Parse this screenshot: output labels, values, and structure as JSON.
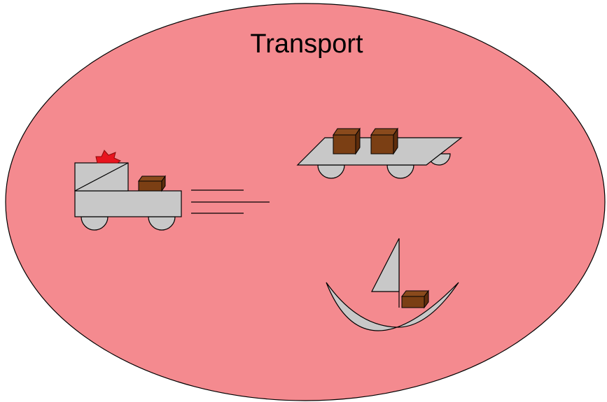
{
  "diagram": {
    "title": "Transport",
    "items": [
      {
        "id": "truck",
        "icon": "truck-icon"
      },
      {
        "id": "cart",
        "icon": "flatbed-cart-icon"
      },
      {
        "id": "boat",
        "icon": "sailboat-icon"
      }
    ]
  },
  "colors": {
    "background": "#ffffff",
    "ellipse_fill": "#f48a8f",
    "vehicle_body": "#c8c8c8",
    "crate": "#7b3f14",
    "siren": "#e8141e",
    "outline": "#000000"
  }
}
